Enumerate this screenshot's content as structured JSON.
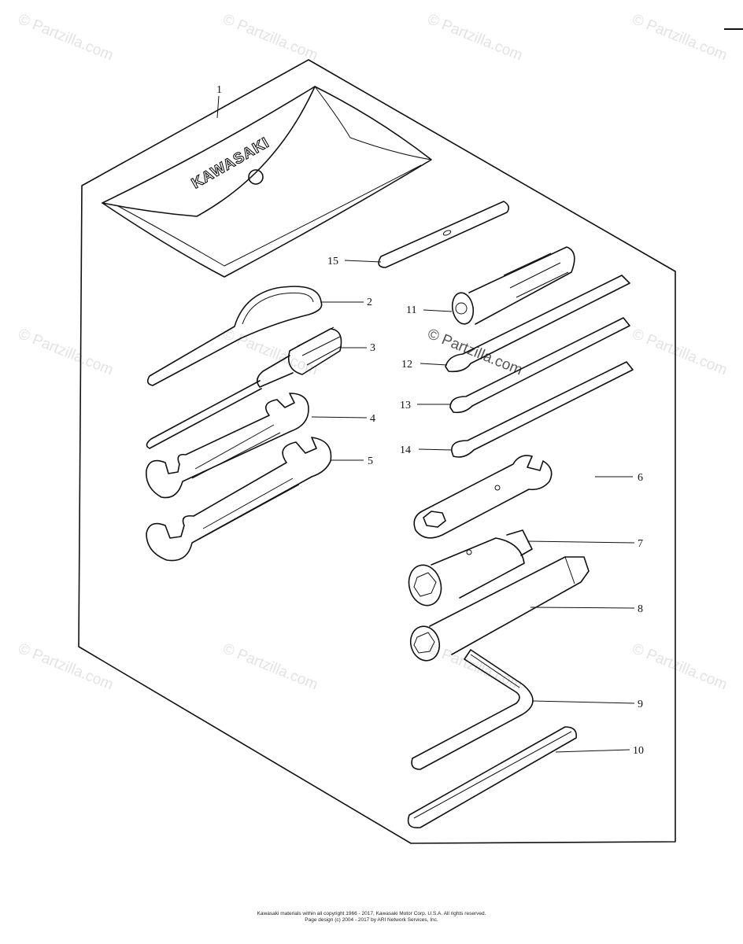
{
  "watermark": {
    "text": "© Partzilla.com"
  },
  "brand": {
    "pouch_text": "KAWASAKI"
  },
  "callouts": [
    {
      "id": "1",
      "label": "1"
    },
    {
      "id": "2",
      "label": "2"
    },
    {
      "id": "3",
      "label": "3"
    },
    {
      "id": "4",
      "label": "4"
    },
    {
      "id": "5",
      "label": "5"
    },
    {
      "id": "6",
      "label": "6"
    },
    {
      "id": "7",
      "label": "7"
    },
    {
      "id": "8",
      "label": "8"
    },
    {
      "id": "9",
      "label": "9"
    },
    {
      "id": "10",
      "label": "10"
    },
    {
      "id": "11",
      "label": "11"
    },
    {
      "id": "12",
      "label": "12"
    },
    {
      "id": "13",
      "label": "13"
    },
    {
      "id": "14",
      "label": "14"
    },
    {
      "id": "15",
      "label": "15"
    }
  ],
  "footer": {
    "line1": "Kawasaki materials within all copyright 1966 - 2017, Kawasaki Motor Corp. U.S.A. All rights reserved.",
    "line2": "Page design (c) 2004 - 2017 by ARI Network Services, Inc."
  },
  "colors": {
    "line": "#111111",
    "watermark": "#e3e3e3",
    "background": "#ffffff"
  }
}
